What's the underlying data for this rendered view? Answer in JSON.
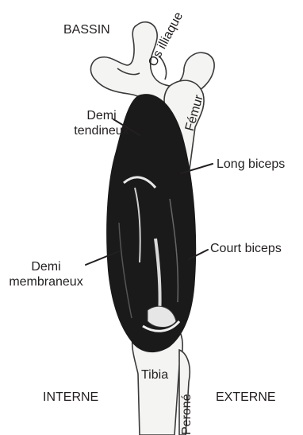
{
  "labels": {
    "bassin": "BASSIN",
    "os_illiaque": "Os illiaque",
    "femur": "Fémur",
    "demi_tendineux_1": "Demi",
    "demi_tendineux_2": "tendineux",
    "long_biceps": "Long biceps",
    "court_biceps": "Court biceps",
    "demi_membraneux_1": "Demi",
    "demi_membraneux_2": "membraneux",
    "tibia": "Tibia",
    "perone": "Peroné",
    "interne": "INTERNE",
    "externe": "EXTERNE"
  },
  "colors": {
    "text": "#231f20",
    "leader": "#231f20",
    "muscle_dark": "#1a1a1a",
    "bone_outline": "#3a3a3a",
    "bone_fill": "#f4f4f2"
  }
}
